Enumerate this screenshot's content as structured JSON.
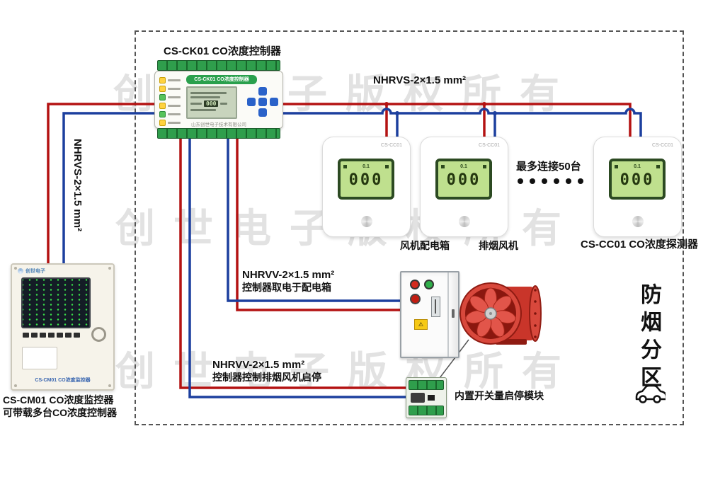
{
  "watermark": "创世电子版权所有",
  "controller": {
    "caption": "CS-CK01 CO浓度控制器",
    "header": "CS-CK01 CO浓度控制器",
    "lcd_digits": "000",
    "company": "山东创世电子技术有限公司"
  },
  "wire_labels": {
    "top": "NHRVS-2×1.5 mm²",
    "left": "NHRVS-2×1.5 mm²",
    "power_1": "NHRVV-2×1.5 mm²",
    "power_2": "控制器取电于配电箱",
    "control_1": "NHRVV-2×1.5 mm²",
    "control_2": "控制器控制排烟风机启停"
  },
  "detectors": {
    "model": "CS-CC01",
    "lcd_top": "0.1",
    "lcd_value": "000",
    "caption": "CS-CC01 CO浓度探测器",
    "max_note": "最多连接50台"
  },
  "equipment": {
    "fan_box_label": "风机配电箱",
    "exhaust_fan_label": "排烟风机",
    "module_caption": "内置开关量启停模块"
  },
  "monitor": {
    "brand": "创世电子",
    "device_label": "CS-CM01 CO浓度监控器",
    "caption_1": "CS-CM01 CO浓度监控器",
    "caption_2": "可带载多台CO浓度控制器"
  },
  "zone_label": "防烟分区",
  "colors": {
    "wire_red": "#b41212",
    "wire_blue": "#1c3f9e"
  }
}
